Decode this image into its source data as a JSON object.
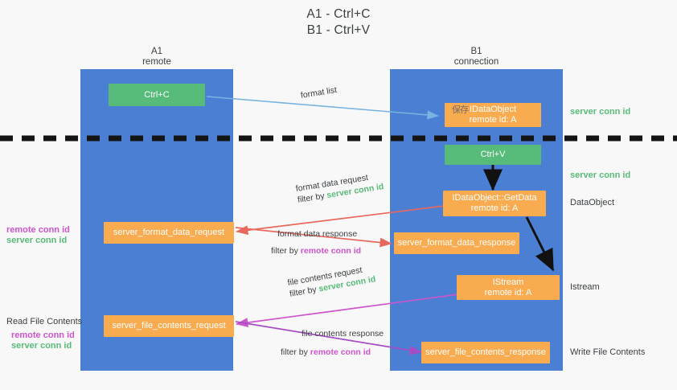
{
  "title": {
    "line1": "A1 - Ctrl+C",
    "line2": "B1 - Ctrl+V"
  },
  "columns": [
    {
      "name": "A1",
      "sub": "remote"
    },
    {
      "name": "B1",
      "sub": "connection"
    }
  ],
  "nodes": {
    "ctrl_c": {
      "line1": "Ctrl+C",
      "line2": ""
    },
    "ctrl_v": {
      "line1": "Ctrl+V",
      "line2": ""
    },
    "idataobject": {
      "ghost": "保存",
      "line1": "IDataObject",
      "line2": "remote id: A"
    },
    "getdata": {
      "line1": "IDataObject::GetData",
      "line2": "remote id: A"
    },
    "istream": {
      "line1": "IStream",
      "line2": "remote id: A"
    },
    "fmt_req": {
      "line1": "server_format_data_request"
    },
    "fmt_resp": {
      "line1": "server_format_data_response"
    },
    "file_req": {
      "line1": "server_file_contents_request"
    },
    "file_resp": {
      "line1": "server_file_contents_response"
    }
  },
  "edges": {
    "format_list": {
      "label": "format list"
    },
    "format_data_request": {
      "l1": "format data request",
      "l2_pre": "filter by ",
      "l2_em": "server conn id"
    },
    "format_data_response": {
      "l1": "format data response",
      "l2_pre": "filter by ",
      "l2_em": "remote conn id"
    },
    "file_contents_request": {
      "l1": "file contents request",
      "l2_pre": "filter by ",
      "l2_em": "server conn id"
    },
    "file_contents_response": {
      "l1": "file contents response",
      "l2_pre": "filter by ",
      "l2_em": "remote conn id"
    }
  },
  "side_labels": {
    "right_server_conn_1": "server conn id",
    "right_server_conn_2": "server conn id",
    "right_dataobject": "DataObject",
    "right_istream": "Istream",
    "right_write_file": "Write File Contents",
    "left_read_file": "Read File Contents",
    "left_remote_conn_1": "remote conn id",
    "left_server_conn_1": "server conn id",
    "left_remote_conn_2": "remote conn id",
    "left_server_conn_2": "server conn id"
  },
  "colors": {
    "lane": "#4a7fd4",
    "node_orange": "#f9ab50",
    "node_green": "#57bb79",
    "green_text": "#57bb79",
    "purple_text": "#cc55cc",
    "arrow_blue": "#7ab3e0",
    "arrow_red": "#e8685c",
    "arrow_magenta": "#cc55cc",
    "arrow_purple": "#a64dc4",
    "arrow_dark": "#1a1a1a",
    "divider": "#1a1a1a",
    "background": "#f8f8f8"
  }
}
